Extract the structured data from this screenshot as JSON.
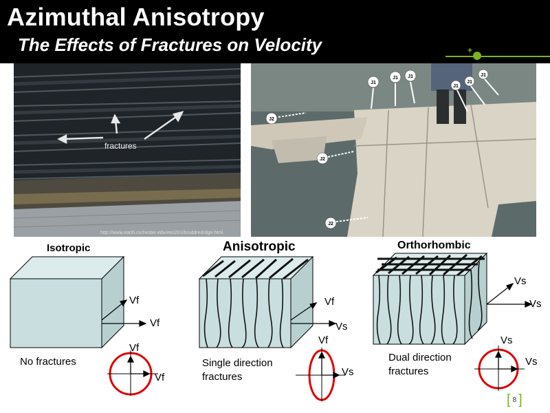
{
  "header": {
    "title": "Azimuthal Anisotropy",
    "subtitle": "The Effects of Fractures on Velocity"
  },
  "photos": {
    "left": {
      "annotation": "fractures",
      "credit": "http://www.earth.rochester.edu/ees201/bruddredrdge.html"
    },
    "right": {
      "labels": [
        "J1",
        "J1",
        "J1",
        "J1",
        "J1",
        "J1",
        "J2",
        "J2",
        "J2"
      ]
    }
  },
  "diagrams": {
    "isotropic": {
      "title": "Isotropic",
      "vel_up": "Vf",
      "vel_right": "Vf",
      "caption": "No fractures",
      "circle_up": "Vf",
      "circle_right": "Vf"
    },
    "anisotropic": {
      "title": "Anisotropic",
      "vel_up": "Vf",
      "vel_right": "Vs",
      "caption_line1": "Single direction",
      "caption_line2": "fractures",
      "circle_up": "Vf",
      "circle_right": "Vs"
    },
    "orthorhombic": {
      "title": "Orthorhombic",
      "vel_up": "Vs",
      "vel_right": "Vs",
      "caption_line1": "Dual direction",
      "caption_line2": "fractures",
      "circle_up": "Vs",
      "circle_right": "Vs"
    }
  },
  "colors": {
    "accent": "#7ab51d",
    "block_face": "#c9dede",
    "ellipse": "#e00000"
  },
  "footer": {
    "page_number": "8"
  }
}
